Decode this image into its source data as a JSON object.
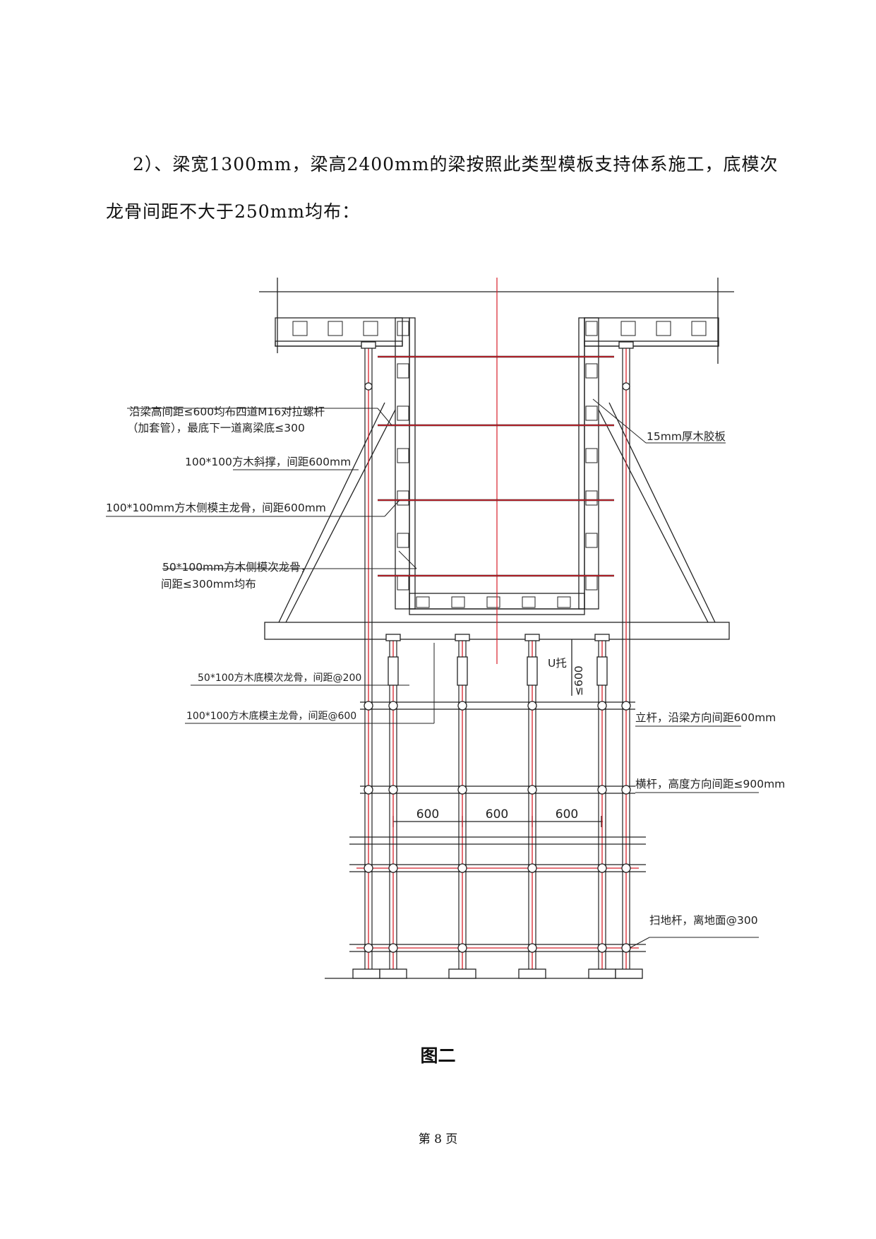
{
  "document": {
    "paragraph_line1": "2）、梁宽1300mm，梁高2400mm的梁按照此类型模板支持体系施工，底模次",
    "paragraph_line2": "龙骨间距不大于250mm均布：",
    "caption": "图二",
    "page_number": "第 8 页"
  },
  "diagram": {
    "labels": {
      "tie_bolt_line1": "沿梁高间距≤600均布四道M16对拉螺杆",
      "tie_bolt_line2": "（加套管），最底下一道离梁底≤300",
      "plywood": "15mm厚木胶板",
      "brace": "100*100方木斜撑，间距600mm",
      "side_main_joist": "100*100mm方木侧模主龙骨，间距600mm",
      "side_sec_joist_line1": "50*100mm方木侧模次龙骨，",
      "side_sec_joist_line2": "间距≤300mm均布",
      "bottom_sec_joist": "50*100方木底模次龙骨，间距@200",
      "bottom_main_joist": "100*100方木底模主龙骨，间距@600",
      "u_head": "U托",
      "u_head_dim": "≤600",
      "upright": "立杆，沿梁方向间距600mm",
      "ledger": "横杆，高度方向间距≤900mm",
      "sweep_rod": "扫地杆，离地面@300"
    },
    "spans": [
      "600",
      "600",
      "600"
    ]
  }
}
